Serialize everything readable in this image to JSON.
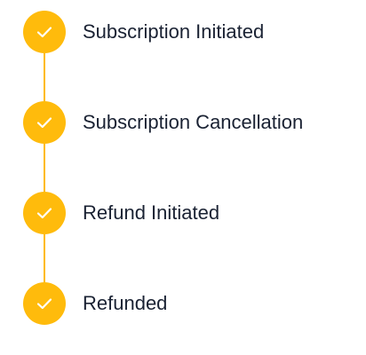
{
  "timeline": {
    "accent_color": "#FFBB0C",
    "text_color": "#1a2233",
    "steps": [
      {
        "label": "Subscription Initiated",
        "status": "completed",
        "icon": "check-icon"
      },
      {
        "label": "Subscription Cancellation",
        "status": "completed",
        "icon": "check-icon"
      },
      {
        "label": "Refund Initiated",
        "status": "completed",
        "icon": "check-icon"
      },
      {
        "label": "Refunded",
        "status": "completed",
        "icon": "check-icon"
      }
    ]
  }
}
